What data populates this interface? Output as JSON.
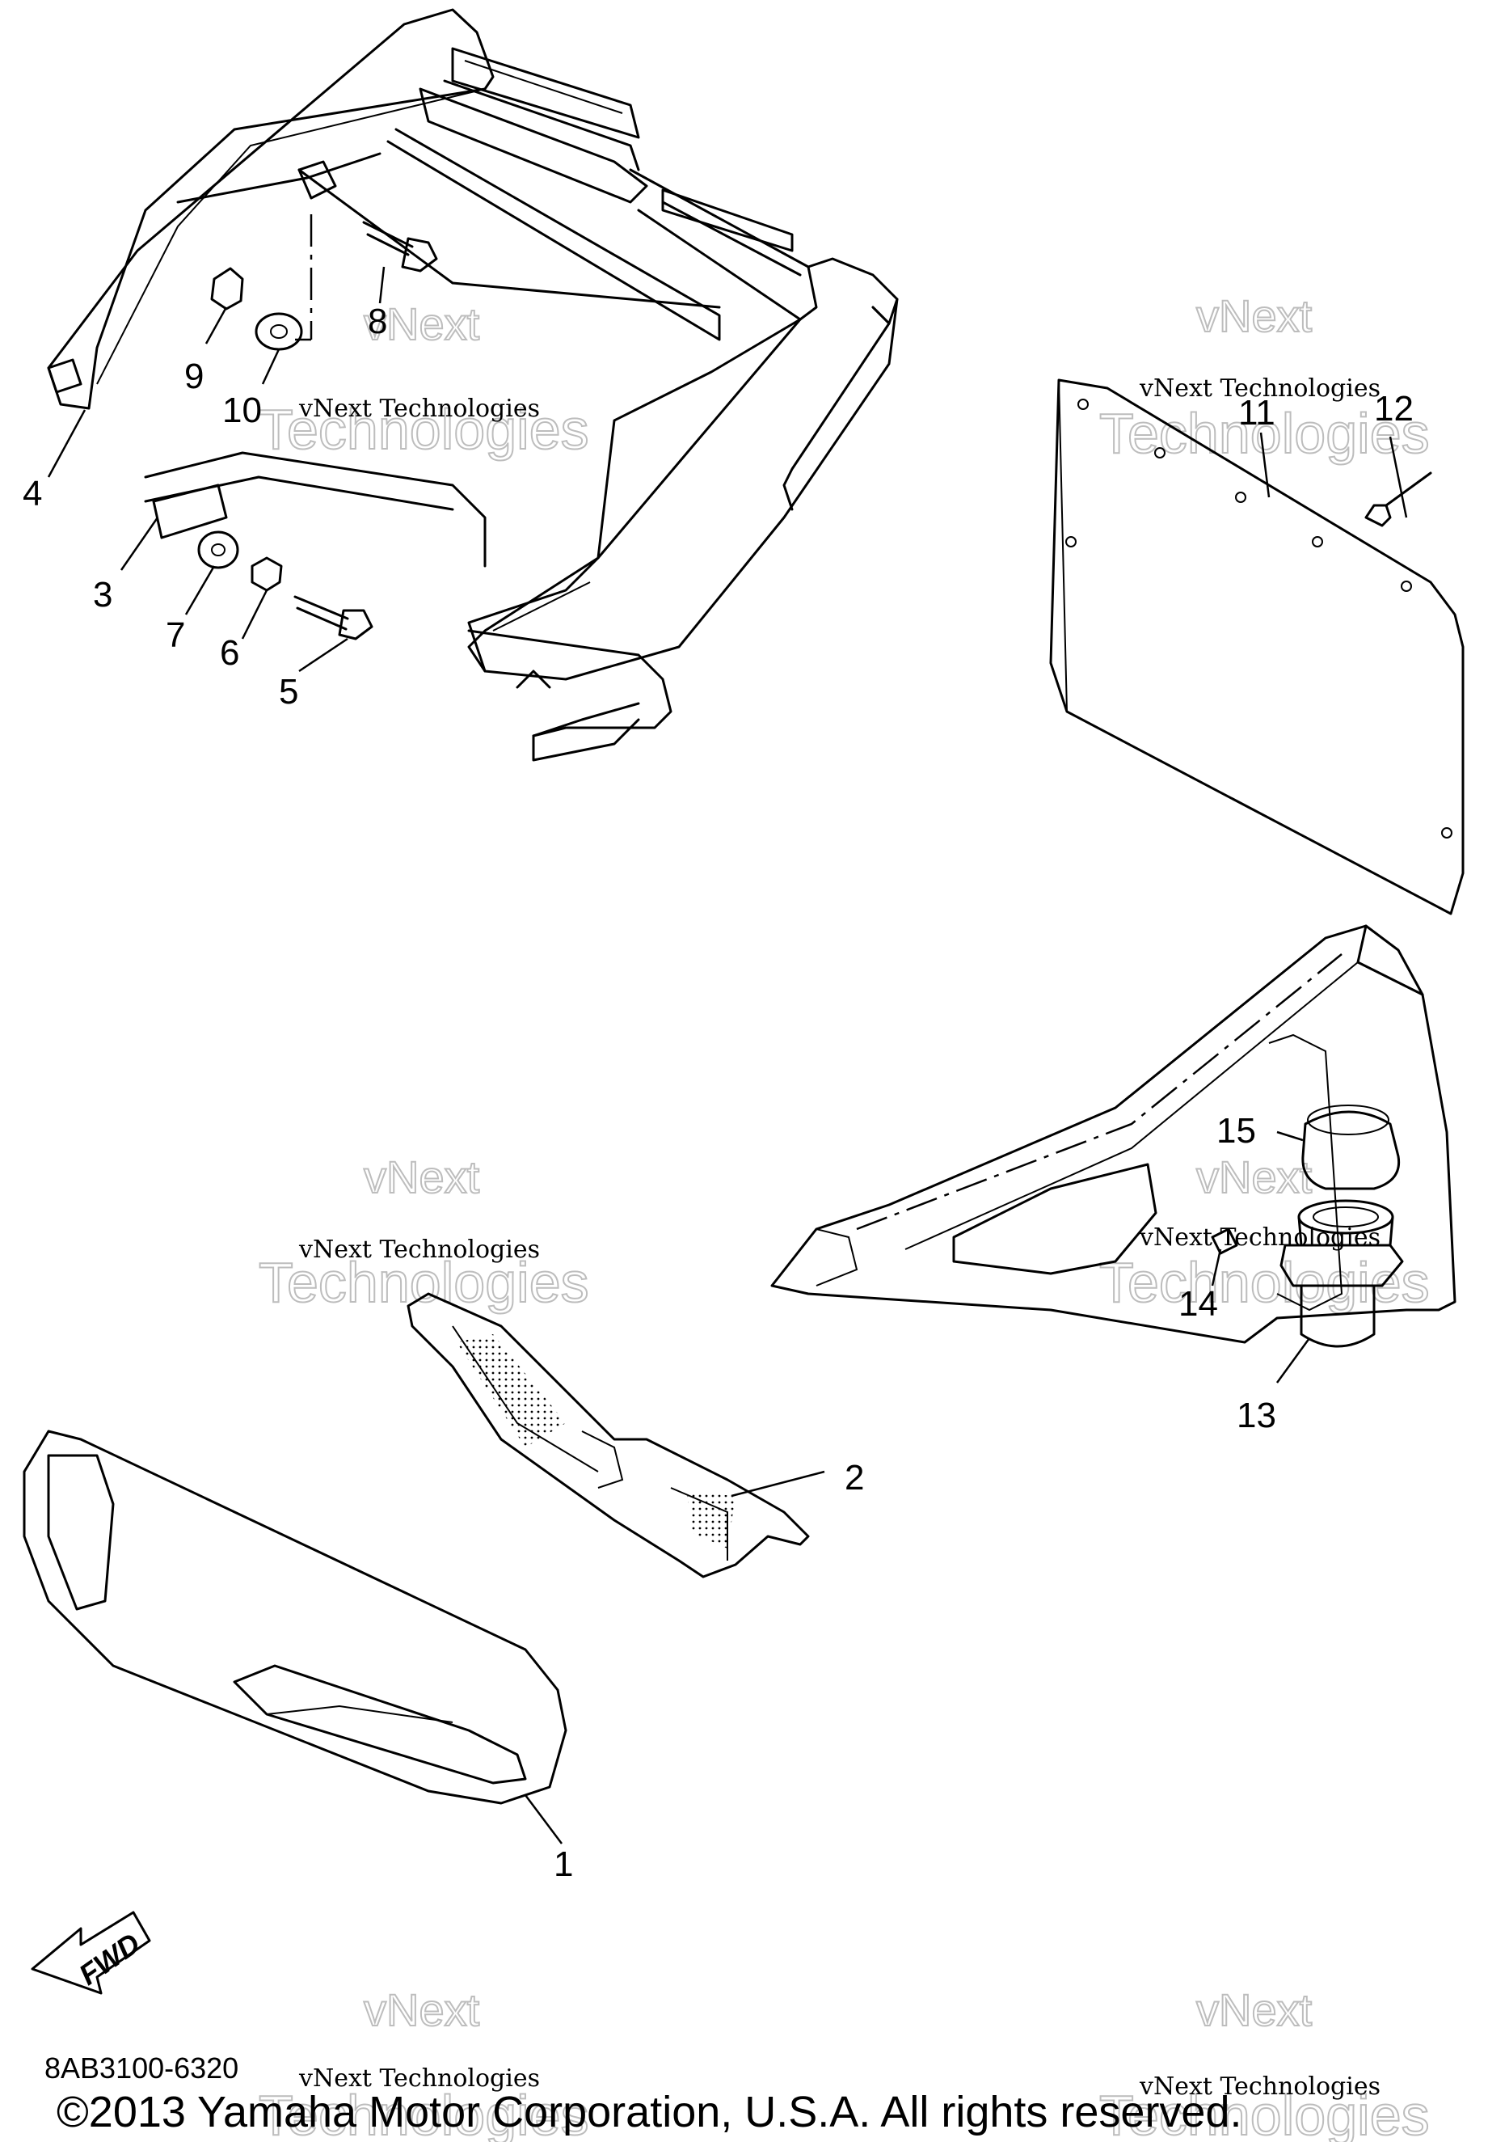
{
  "diagram_code": "8AB3100-6320",
  "copyright": "©2013 Yamaha Motor Corporation, U.S.A. All rights reserved.",
  "fwd_label": "FWD",
  "watermark": {
    "small": "vNext Technologies",
    "big_line1": "vNext",
    "big_line2": "Technologies"
  },
  "callouts": {
    "c1": "1",
    "c2": "2",
    "c3": "3",
    "c4": "4",
    "c5": "5",
    "c6": "6",
    "c7": "7",
    "c8": "8",
    "c9": "9",
    "c10": "10",
    "c11": "11",
    "c12": "12",
    "c13": "13",
    "c14": "14",
    "c15": "15"
  }
}
